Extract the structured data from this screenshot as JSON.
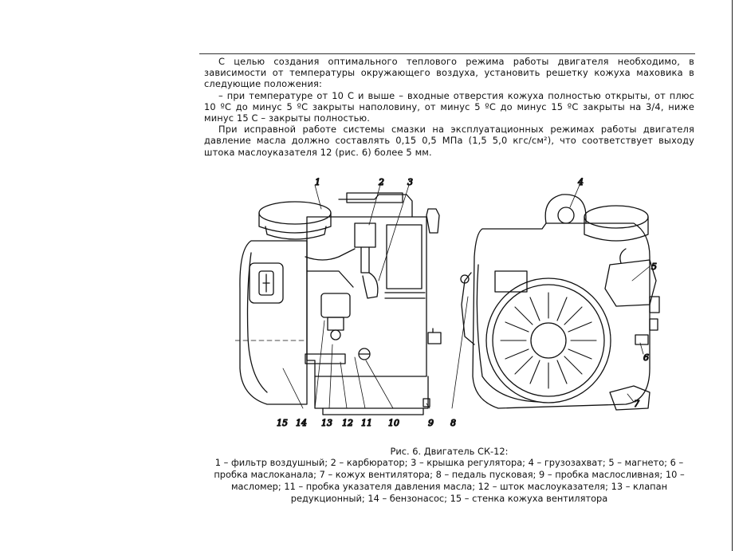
{
  "text": {
    "p1": "С целью создания оптимального теплового режима работы двигателя необходимо, в зависимости от температуры окружающего воздуха, установить решетку кожуха маховика в следующие положения:",
    "p2": "– при температуре от 10 С и выше – входные отверстия кожуха полностью открыты, от плюс 10 ºС до минус 5 ºС   закрыты наполовину, от минус 5 ºС до минус 15 ºС   закрыты на 3/4, ниже минус 15 С – закрыты полностью.",
    "p3": "При исправной работе системы смазки на эксплуатационных режимах работы двигателя давление масла должно составлять 0,15 0,5 МПа (1,5 5,0 кгс/см²), что соответствует выходу штока маслоуказателя 12 (рис. 6) более 5 мм."
  },
  "figure": {
    "caption": "Рис. 6. Двигатель СК-12:",
    "legend": "1 – фильтр воздушный; 2 – карбюратор; 3 – крышка регулятора; 4 – грузозахват; 5 – магнето; 6 – пробка маслоканала; 7 – кожух вентилятора; 8 – педаль пусковая; 9 – пробка маслосливная; 10 – масломер; 11 – пробка указателя давления масла; 12 – шток маслоуказателя; 13 – клапан редукционный; 14 – бензонасос; 15 – стенка кожуха вентилятора",
    "callouts": [
      "1",
      "2",
      "3",
      "4",
      "5",
      "6",
      "7",
      "8",
      "9",
      "10",
      "11",
      "12",
      "13",
      "14",
      "15"
    ]
  }
}
